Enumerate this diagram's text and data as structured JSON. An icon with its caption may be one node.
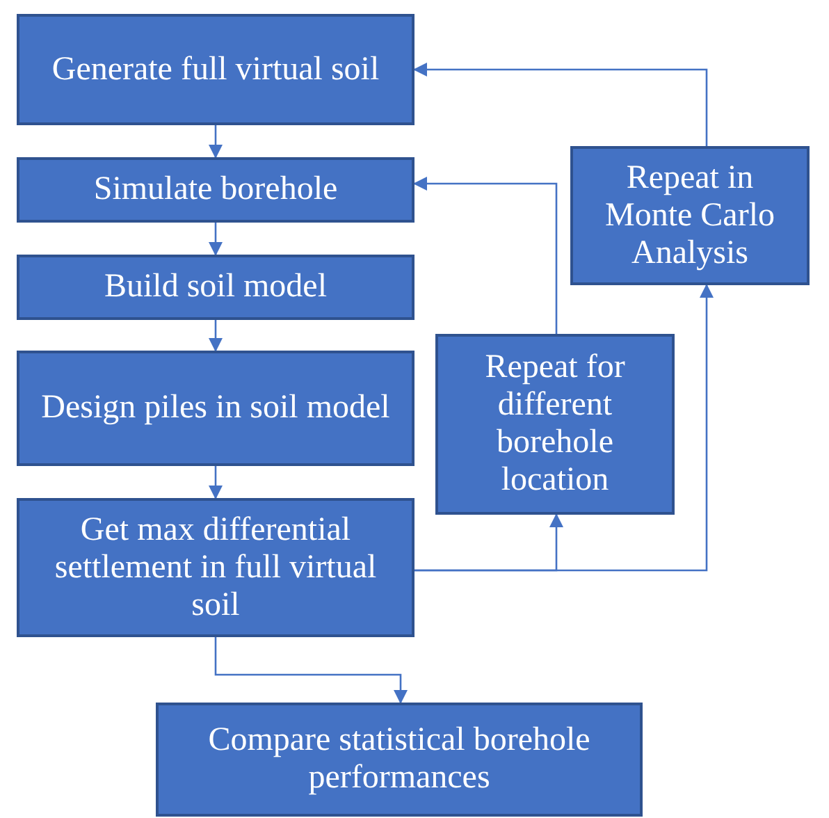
{
  "diagram": {
    "nodes": [
      {
        "text": [
          "Generate full virtual soil"
        ]
      },
      {
        "text": [
          "Simulate borehole"
        ]
      },
      {
        "text": [
          "Build soil model"
        ]
      },
      {
        "text": [
          "Design piles in soil model"
        ]
      },
      {
        "text": [
          "Get max differential settlement in full virtual soil"
        ]
      },
      {
        "text": [
          "Repeat for different borehole location"
        ]
      },
      {
        "text": [
          "Repeat in Monte Carlo Analysis"
        ]
      },
      {
        "text": [
          "Compare statistical borehole performances"
        ]
      }
    ],
    "edges": [
      {
        "from": 0,
        "to": 1,
        "arrow": "to"
      },
      {
        "from": 1,
        "to": 2,
        "arrow": "to"
      },
      {
        "from": 2,
        "to": 3,
        "arrow": "to"
      },
      {
        "from": 3,
        "to": 4,
        "arrow": "to"
      },
      {
        "from": 4,
        "to": 5,
        "arrow": "to"
      },
      {
        "from": 4,
        "to": 6,
        "arrow": "to"
      },
      {
        "from": 5,
        "to": 1,
        "arrow": "to"
      },
      {
        "from": 6,
        "to": 0,
        "arrow": "to"
      },
      {
        "from": 4,
        "to": 7,
        "arrow": "to"
      }
    ]
  }
}
